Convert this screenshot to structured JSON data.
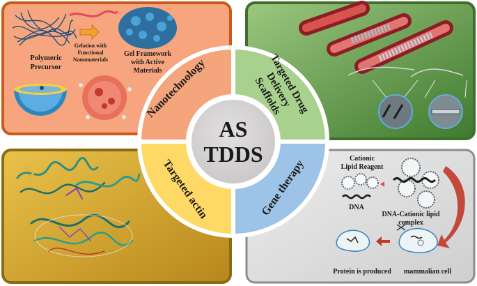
{
  "center": {
    "line1": "AS",
    "line2": "TDDS"
  },
  "quadrants": {
    "nanotechnology": {
      "title": "Nanotechnology",
      "labels": {
        "precursor_1": "Polymeric",
        "precursor_2": "Precursor",
        "gelation_1": "Gelation with",
        "gelation_2": "Functional",
        "gelation_3": "Nanomaterials",
        "framework_1": "Gel Framework",
        "framework_2": "with Active",
        "framework_3": "Materials"
      }
    },
    "scaffolds": {
      "title_1": "Targeted Drug",
      "title_2": "Delivery",
      "title_3": "Scaffolds"
    },
    "targeted": {
      "title": "Targeted actin"
    },
    "gene": {
      "title": "Gene therapy",
      "labels": {
        "reagent_1": "Cationic",
        "reagent_2": "Lipid Reagent",
        "dna": "DNA",
        "complex_1": "DNA-Cationic lipid",
        "complex_2": "complex",
        "protein": "Protein is produced",
        "cell": "mammalian cell"
      }
    }
  },
  "colors": {
    "nano_bg": "#f6a57e",
    "nano_border": "#c95a1a",
    "scaffold_bg": "#5f9a45",
    "scaffold_border": "#3f6f2a",
    "target_bg": "#d7a92b",
    "target_border": "#8b6a14",
    "gene_bg": "#d9d9d9",
    "gene_border": "#8c8c8c",
    "ring_nano": "#f5a57c",
    "ring_scaffold": "#a9d18e",
    "ring_target": "#ffd966",
    "ring_gene": "#9dc3e6",
    "center": "#d0cece"
  }
}
